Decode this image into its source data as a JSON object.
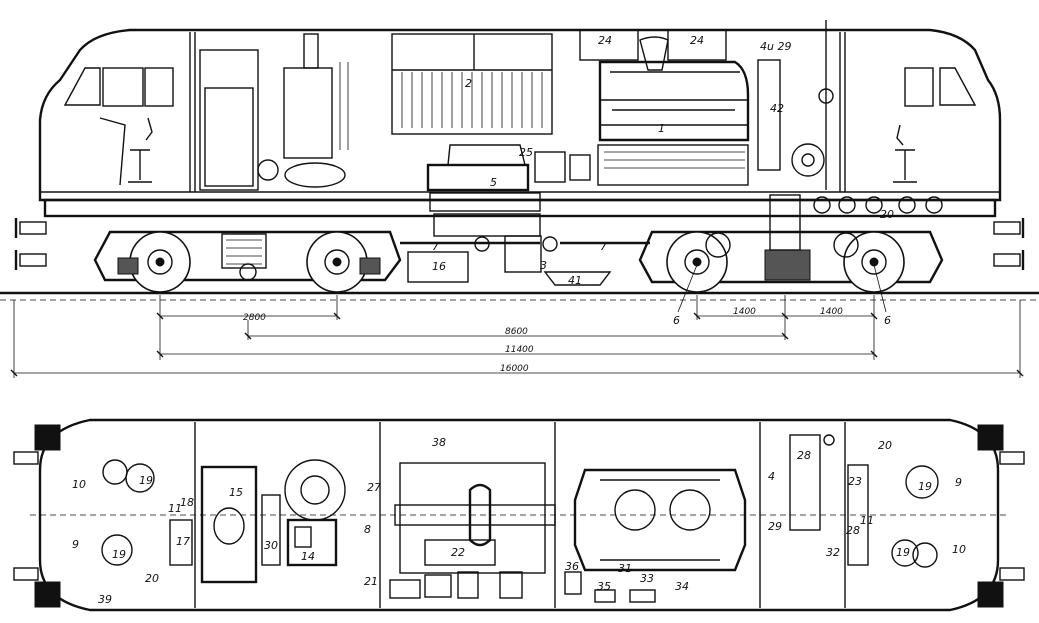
{
  "side_view": {
    "labels": [
      {
        "id": "s-24a",
        "text": "24"
      },
      {
        "id": "s-24b",
        "text": "24"
      },
      {
        "id": "s-4u29",
        "text": "4u 29"
      },
      {
        "id": "s-2",
        "text": "2"
      },
      {
        "id": "s-42",
        "text": "42"
      },
      {
        "id": "s-1",
        "text": "1"
      },
      {
        "id": "s-25",
        "text": "25"
      },
      {
        "id": "s-5",
        "text": "5"
      },
      {
        "id": "s-20",
        "text": "20"
      },
      {
        "id": "s-7a",
        "text": "7"
      },
      {
        "id": "s-7b",
        "text": "7"
      },
      {
        "id": "s-16",
        "text": "16"
      },
      {
        "id": "s-3",
        "text": "3"
      },
      {
        "id": "s-41",
        "text": "41"
      },
      {
        "id": "s-6a",
        "text": "6"
      },
      {
        "id": "s-6b",
        "text": "6"
      }
    ],
    "dimensions": {
      "bogie_wheelbase": "2800",
      "front_axle_1": "1400",
      "front_axle_2": "1400",
      "bogie_centers": "8600",
      "outer_axles": "11400",
      "overall_length": "16000"
    }
  },
  "plan_view": {
    "labels": [
      {
        "id": "p-38",
        "text": "38"
      },
      {
        "id": "p-20a",
        "text": "20"
      },
      {
        "id": "p-19a",
        "text": "19"
      },
      {
        "id": "p-10a",
        "text": "10"
      },
      {
        "id": "p-15",
        "text": "15"
      },
      {
        "id": "p-27",
        "text": "27"
      },
      {
        "id": "p-28a",
        "text": "28"
      },
      {
        "id": "p-4",
        "text": "4"
      },
      {
        "id": "p-23",
        "text": "23"
      },
      {
        "id": "p-19b",
        "text": "19"
      },
      {
        "id": "p-9a",
        "text": "9"
      },
      {
        "id": "p-11a",
        "text": "11"
      },
      {
        "id": "p-18",
        "text": "18"
      },
      {
        "id": "p-8",
        "text": "8"
      },
      {
        "id": "p-29",
        "text": "29"
      },
      {
        "id": "p-28b",
        "text": "28"
      },
      {
        "id": "p-11b",
        "text": "11"
      },
      {
        "id": "p-9b",
        "text": "9"
      },
      {
        "id": "p-17",
        "text": "17"
      },
      {
        "id": "p-30",
        "text": "30"
      },
      {
        "id": "p-14",
        "text": "14"
      },
      {
        "id": "p-22",
        "text": "22"
      },
      {
        "id": "p-32",
        "text": "32"
      },
      {
        "id": "p-19c",
        "text": "19"
      },
      {
        "id": "p-10b",
        "text": "10"
      },
      {
        "id": "p-19d",
        "text": "19"
      },
      {
        "id": "p-36",
        "text": "36"
      },
      {
        "id": "p-31",
        "text": "31"
      },
      {
        "id": "p-33",
        "text": "33"
      },
      {
        "id": "p-20b",
        "text": "20"
      },
      {
        "id": "p-21",
        "text": "21"
      },
      {
        "id": "p-35",
        "text": "35"
      },
      {
        "id": "p-34",
        "text": "34"
      },
      {
        "id": "p-39",
        "text": "39"
      }
    ]
  }
}
